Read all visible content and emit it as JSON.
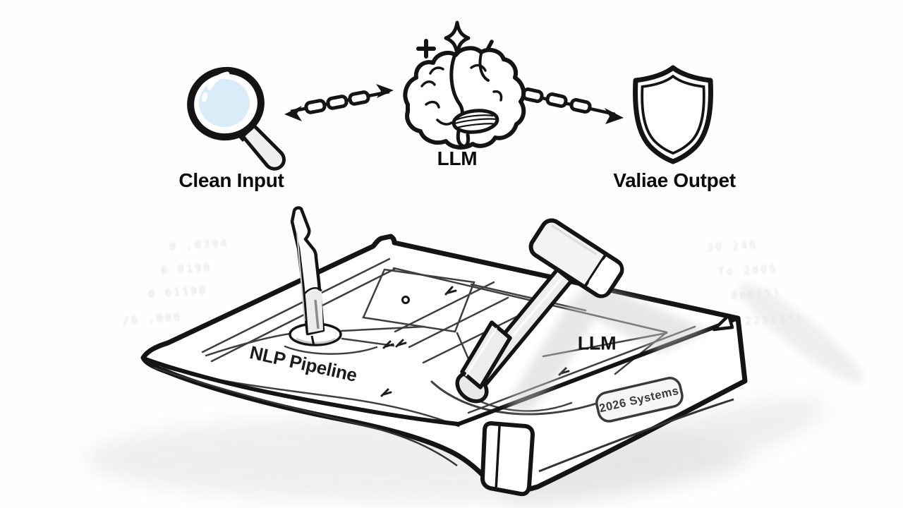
{
  "flow": {
    "nodes": [
      {
        "label": "Clean Input",
        "icon": "magnifying-glass-icon"
      },
      {
        "label": "LLM",
        "icon": "brain-icon"
      },
      {
        "label": "Valiae Outpet",
        "icon": "shield-icon"
      }
    ],
    "connectors": [
      {
        "type": "chain-arrow",
        "direction": "double",
        "from": "Clean Input",
        "to": "LLM"
      },
      {
        "type": "chain-arrow",
        "direction": "right",
        "from": "LLM",
        "to": "Valiae Outpet"
      }
    ],
    "sparkles": [
      "plus",
      "four-point-star",
      "tick"
    ]
  },
  "workbench": {
    "pipeline_label": "NLP Pipeline",
    "llm_label": "LLM",
    "plaque_label": "2026 Systems",
    "tools": [
      "chisel",
      "hammer"
    ]
  },
  "background_artifacts": {
    "left": [
      "0 ,0394",
      "6  0190",
      "0  61190",
      "/6  ,000"
    ],
    "right": [
      "30 246",
      "To 2d05",
      "8pp(5)",
      "225(1*)"
    ]
  },
  "colors": {
    "ink": "#141414",
    "detail_line": "#3f3f3f",
    "lens_blue": "#d9ecf8",
    "paper": "#ffffff",
    "shadow": "#e0e0e0"
  }
}
